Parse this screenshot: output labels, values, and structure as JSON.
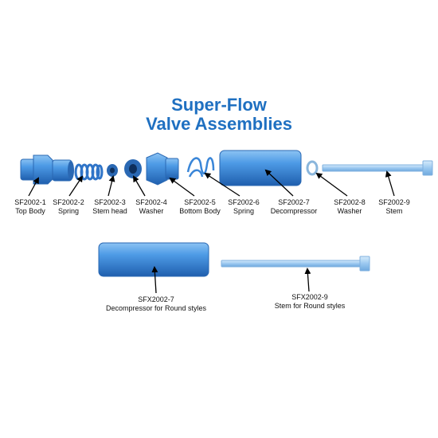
{
  "title": {
    "line1": "Super-Flow",
    "line2": "Valve Assemblies"
  },
  "colors": {
    "title": "#1f70c1",
    "part_blue": "#3f8fe0",
    "part_dark": "#2a68b3",
    "stem_light": "#a9d1f5",
    "label_text": "#111111"
  },
  "parts": [
    {
      "code": "SF2002-1",
      "name": "Top Body"
    },
    {
      "code": "SF2002-2",
      "name": "Spring"
    },
    {
      "code": "SF2002-3",
      "name": "Stem head"
    },
    {
      "code": "SF2002-4",
      "name": "Washer"
    },
    {
      "code": "SF2002-5",
      "name": "Bottom Body"
    },
    {
      "code": "SF2002-6",
      "name": "Spring"
    },
    {
      "code": "SF2002-7",
      "name": "Decompressor"
    },
    {
      "code": "SF2002-8",
      "name": "Washer"
    },
    {
      "code": "SF2002-9",
      "name": "Stem"
    }
  ],
  "round_parts": [
    {
      "code": "SFX2002-7",
      "name": "Decompressor for Round styles"
    },
    {
      "code": "SFX2002-9",
      "name": "Stem for Round styles"
    }
  ]
}
